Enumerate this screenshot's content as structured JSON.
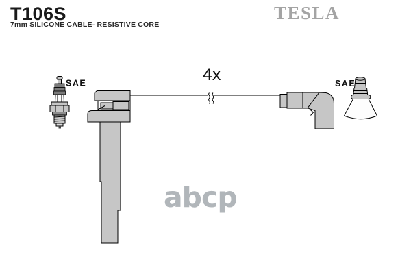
{
  "header": {
    "part_number": "T106S",
    "description": "7mm SILICONE CABLE- RESISTIVE CORE",
    "brand": "TESLA"
  },
  "diagram": {
    "left_terminal_label": "SAE",
    "right_terminal_label": "SAE",
    "quantity_label": "4x",
    "parts": [
      "spark-plug",
      "coil-boot-connector",
      "ignition-cable",
      "elbow-plug-boot",
      "straight-plug-boot"
    ]
  },
  "watermark": {
    "text": "abcp"
  },
  "colors": {
    "part_fill": "#c6c6c6",
    "rib_fill": "#7a7a7a",
    "outline": "#000000",
    "brand_gray": "#a4a4a4",
    "watermark_gray": "#b1b6ba"
  }
}
